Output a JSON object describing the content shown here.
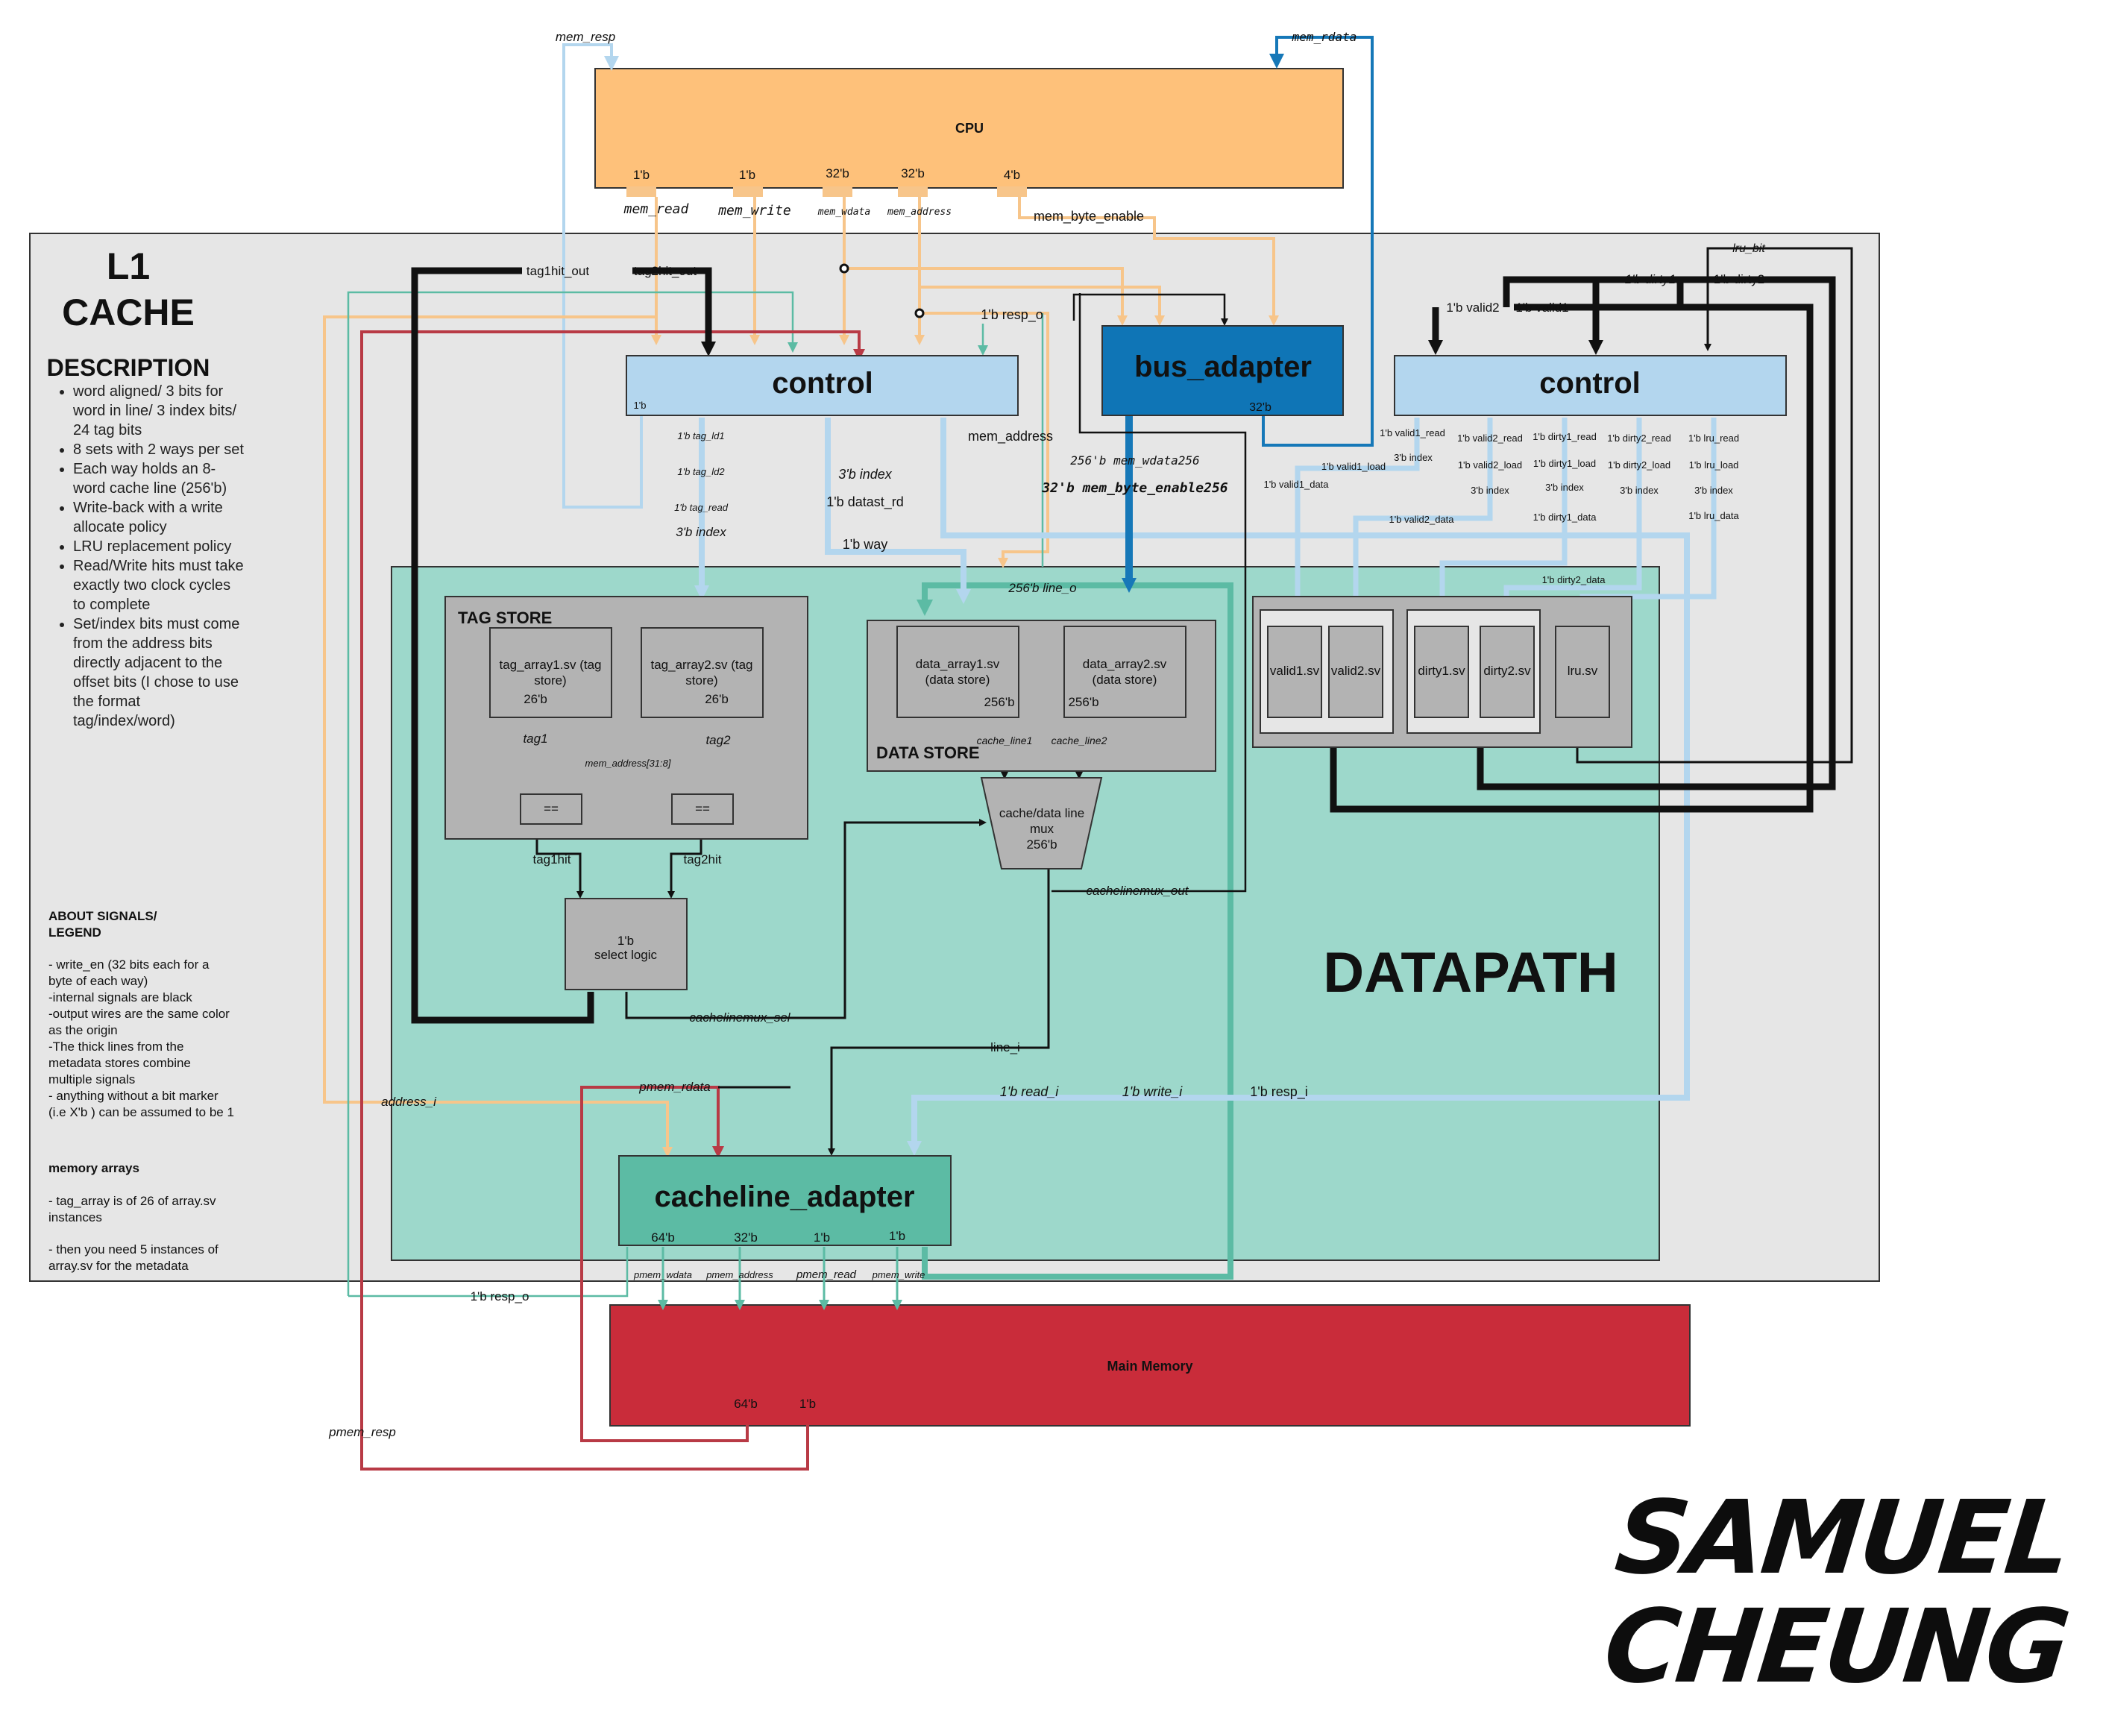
{
  "title": {
    "line1": "L1",
    "line2": "CACHE"
  },
  "description": {
    "heading": "DESCRIPTION",
    "items": [
      "word aligned/ 3 bits for word in line/ 3 index bits/ 24 tag bits",
      "8 sets with 2 ways per set",
      "Each way holds an 8-word cache line (256'b)",
      "Write-back with a write allocate policy",
      "LRU replacement policy",
      "Read/Write hits must take exactly two clock cycles to complete",
      "Set/index bits must come from the address bits directly adjacent to the offset bits (I chose to use the format tag/index/word)"
    ]
  },
  "legend": {
    "heading": "ABOUT SIGNALS/ LEGEND",
    "text": "- write_en (32 bits each for a byte of each way)\n-internal signals are black\n-output wires are the same color as the origin\n-The thick lines from the metadata stores combine multiple signals\n- anything without a bit marker  (i.e X'b ) can be assumed to be 1",
    "mem_heading": "memory arrays",
    "mem_text1": "- tag_array is of 26 of array.sv instances",
    "mem_text2": "- then you need 5 instances of array.sv for the metadata"
  },
  "blocks": {
    "cpu": "CPU",
    "control_left": "control",
    "control_right": "control",
    "bus_adapter": "bus_adapter",
    "datapath": "DATAPATH",
    "tag_store": "TAG STORE",
    "tag_array1": [
      "tag_array1.sv (tag",
      "store)"
    ],
    "tag_array2": [
      "tag_array2.sv (tag",
      "store)"
    ],
    "data_store": "DATA STORE",
    "data_array1": [
      "data_array1.sv",
      "(data store)"
    ],
    "data_array2": [
      "data_array2.sv",
      "(data store)"
    ],
    "valid1": "valid1.sv",
    "valid2": "valid2.sv",
    "dirty1": "dirty1.sv",
    "dirty2": "dirty2.sv",
    "lru": "lru.sv",
    "cmp": "==",
    "select_logic": "select logic",
    "mux": [
      "cache/data line",
      "mux",
      "256'b"
    ],
    "cacheline_adapter": "cacheline_adapter",
    "main_memory": "Main Memory"
  },
  "widths": {
    "b1": "1'b",
    "b3": "3'b",
    "b4": "4'b",
    "b26": "26'b",
    "b32": "32'b",
    "b64": "64'b",
    "b256": "256'b"
  },
  "signals": {
    "mem_resp": "mem_resp",
    "mem_rdata": "mem_rdata",
    "mem_read": "mem_read",
    "mem_write": "mem_write",
    "mem_wdata": "mem_wdata",
    "mem_address_cpu": "mem_address",
    "mem_byte_enable": "mem_byte_enable",
    "tag1hit_out": "tag1hit_out",
    "tag2hit_out": "tag2hit_out",
    "resp_o": "1'b resp_o",
    "mem_address": "mem_address",
    "tag_ld1": "1'b tag_ld1",
    "tag_ld2": "1'b tag_ld2",
    "tag_read": "1'b tag_read",
    "index_3b": "3'b index",
    "datast_rd": "1'b datast_rd",
    "way": "1'b way",
    "line_o": "256'b line_o",
    "mem_wdata256": "256'b mem_wdata256",
    "mem_byte_enable256": "32'b mem_byte_enable256",
    "lru_bit": "lru_bit",
    "dirty1": "1'b dirty1",
    "dirty2": "1'b dirty2",
    "valid2": "1'b valid2",
    "valid1": "1'b valid1",
    "valid1_read": "1'b valid1_read",
    "valid1_load": "1'b valid1_load",
    "valid1_data": "1'b valid1_data",
    "valid2_read": "1'b valid2_read",
    "valid2_load": "1'b valid2_load",
    "valid2_data": "1'b valid2_data",
    "dirty1_read": "1'b dirty1_read",
    "dirty1_load": "1'b dirty1_load",
    "dirty1_data": "1'b dirty1_data",
    "dirty2_read": "1'b dirty2_read",
    "dirty2_load": "1'b dirty2_load",
    "dirty2_data": "1'b dirty2_data",
    "lru_read": "1'b lru_read",
    "lru_load": "1'b lru_load",
    "lru_data": "1'b lru_data",
    "tag1": "tag1",
    "tag2": "tag2",
    "mem_addr_slice": "mem_address[31:8]",
    "tag1hit": "tag1hit",
    "tag2hit": "tag2hit",
    "cache_line1": "cache_line1",
    "cache_line2": "cache_line2",
    "cachelinemux_out": "cachelinemux_out",
    "cachelinemux_sel": "cachelinemux_sel",
    "line_i": "line_i",
    "address_i": "address_i",
    "pmem_rdata": "pmem_rdata",
    "read_i": "1'b read_i",
    "write_i": "1'b write_i",
    "resp_i": "1'b resp_i",
    "pmem_wdata": "pmem_wdata",
    "pmem_address": "pmem_address",
    "pmem_read": "pmem_read",
    "pmem_write": "pmem_write",
    "pmem_resp": "pmem_resp"
  },
  "signature": {
    "line1": "SAMUEL",
    "line2": "CHEUNG"
  },
  "colors": {
    "cpu": "#fec17a",
    "cpu_wire": "#f7c58a",
    "l1_bg": "#e6e6e6",
    "control": "#b3d6ee",
    "bus_adapter": "#0f75b6",
    "datapath": "#9dd8cb",
    "store": "#b3b3b3",
    "adapter": "#5cbba4",
    "main_memory": "#c92c3a",
    "light_blue_wire": "#b3d6ee",
    "teal_wire": "#5cbba4",
    "red_wire": "#b83a45",
    "dark_blue_wire": "#1678b8"
  }
}
